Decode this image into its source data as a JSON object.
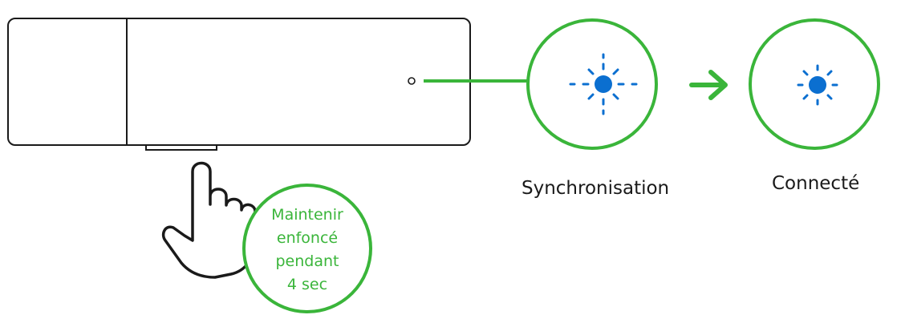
{
  "colors": {
    "accent_green": "#3ab53a",
    "led_blue": "#0b6fd0",
    "outline": "#1a1a1a",
    "background": "#ffffff"
  },
  "icons": [
    "hand-pointer-icon",
    "led-blinking-icon",
    "arrow-right-icon",
    "led-solid-icon"
  ],
  "instruction": {
    "lines": [
      "Maintenir",
      "enfoncé",
      "pendant",
      "4 sec"
    ]
  },
  "states": {
    "sync_label": "Synchronisation",
    "connected_label": "Connecté"
  }
}
